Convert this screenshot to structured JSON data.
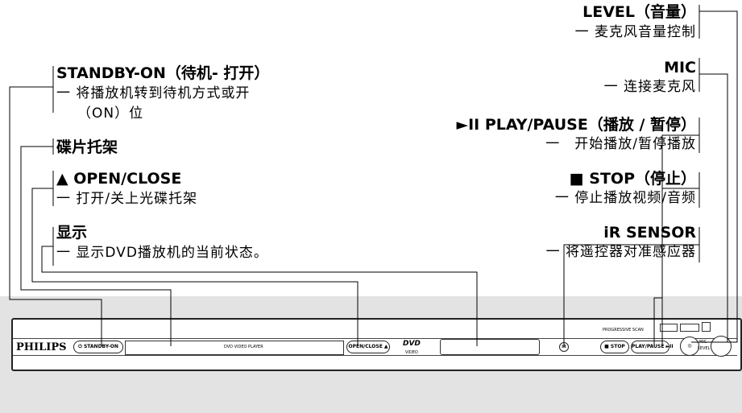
{
  "callouts": {
    "level": {
      "head": "LEVEL（音量）",
      "desc": "一 麦克风音量控制"
    },
    "standby": {
      "head": "STANDBY-ON（待机- 打开）",
      "desc1": "一 将播放机转到待机方式或开",
      "desc2": "（ON）位"
    },
    "mic": {
      "head": "MIC",
      "desc": "一 连接麦克风"
    },
    "play_pause": {
      "head": "►II PLAY/PAUSE（播放 / 暂停）",
      "desc": "一　开始播放/暂停播放"
    },
    "tray": {
      "head": "碟片托架"
    },
    "open_close": {
      "head": "▲ OPEN/CLOSE",
      "desc": "一 打开/关上光碟托架"
    },
    "stop": {
      "head": "■ STOP（停止）",
      "desc": "一 停止播放视频/音频"
    },
    "display": {
      "head": "显示",
      "desc": "一 显示DVD播放机的当前状态。"
    },
    "ir": {
      "head": "iR SENSOR",
      "desc": "一 将遥控器对准感应器"
    }
  },
  "panel": {
    "brand": "PHILIPS",
    "standby_btn": "STANDBY-ON",
    "tray_label": "DVD VIDEO PLAYER",
    "open_close_btn": "OPEN/CLOSE ▲",
    "dvd_logo": "DVD",
    "dvd_sub": "VIDEO",
    "progressive": "PROGRESSIVE SCAN",
    "stop_btn": "■ STOP",
    "play_btn": "PLAY/PAUSE ►II",
    "mic_label": "MIC",
    "level_label": "LEVEL"
  }
}
